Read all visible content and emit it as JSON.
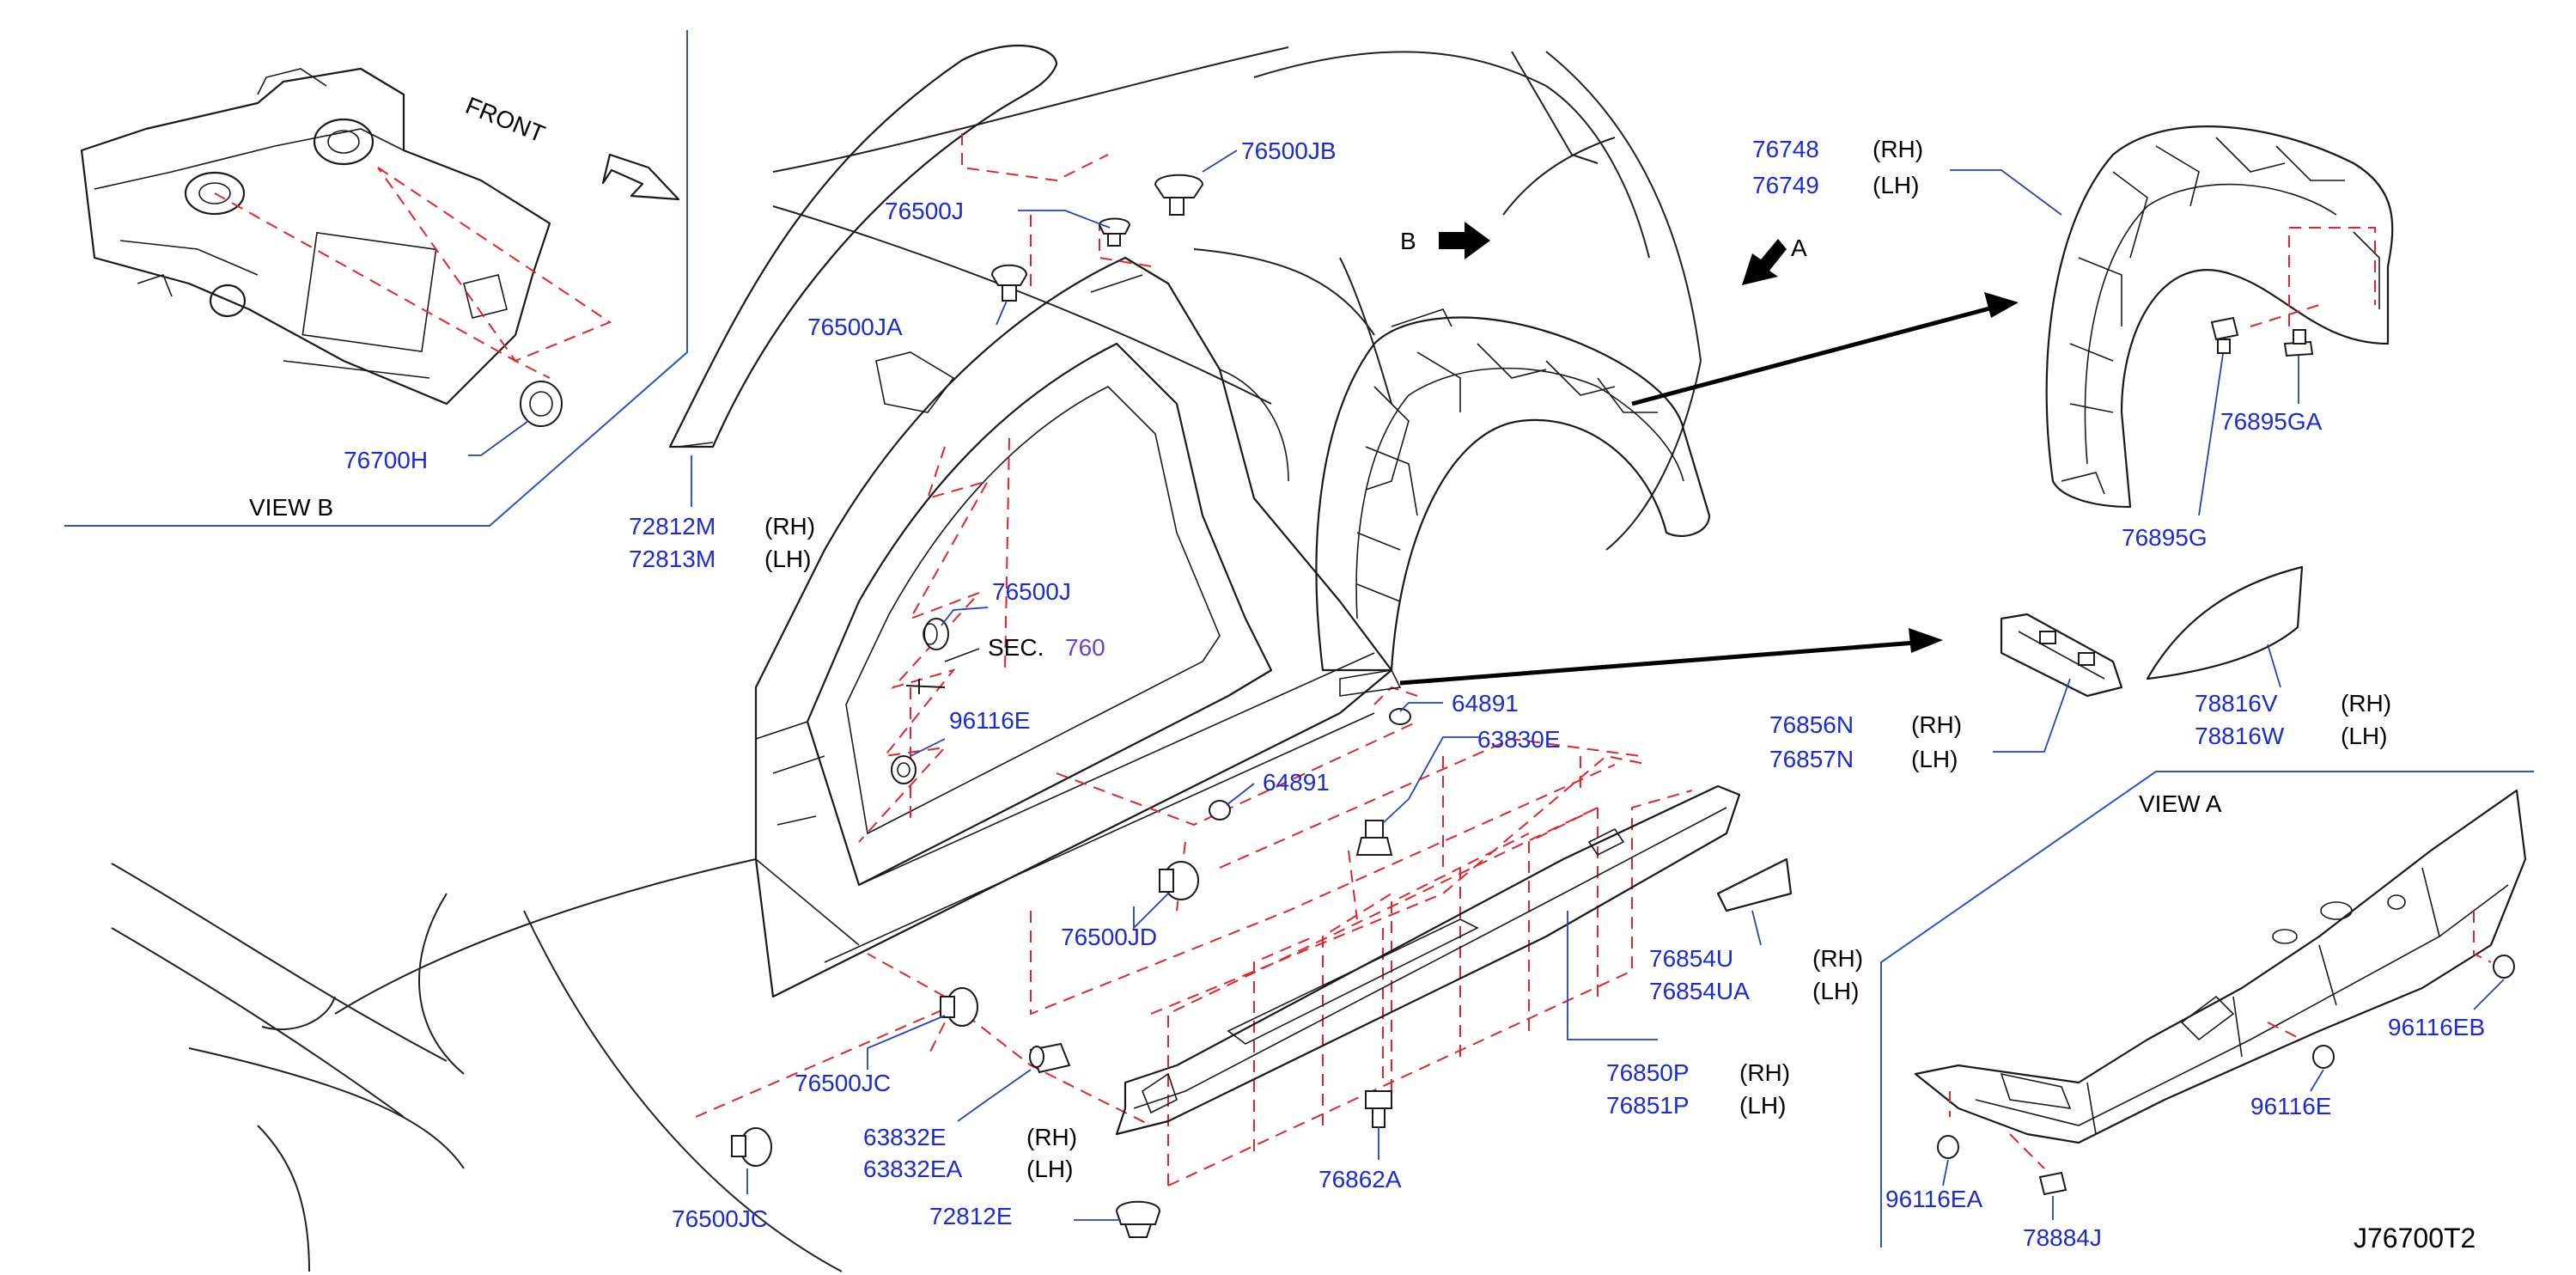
{
  "diagram_code": "J76700T2",
  "views": {
    "view_b_label": "VIEW B",
    "view_a_label": "VIEW A",
    "front_label": "FRONT",
    "arrow_b": "B",
    "arrow_a": "A"
  },
  "parts": {
    "p76700H": "76700H",
    "p72812M": "72812M",
    "p72813M": "72813M",
    "p76500J_top": "76500J",
    "p76500JB": "76500JB",
    "p76500JA": "76500JA",
    "p76500J_mid": "76500J",
    "sec": "SEC.",
    "sec_num": "760",
    "p96116E_mid": "96116E",
    "p64891_a": "64891",
    "p64891_b": "64891",
    "p63830E": "63830E",
    "p76500JD": "76500JD",
    "p76500JC_a": "76500JC",
    "p76500JC_b": "76500JC",
    "p63832E": "63832E",
    "p63832EA": "63832EA",
    "p72812E": "72812E",
    "p76862A": "76862A",
    "p76850P": "76850P",
    "p76851P": "76851P",
    "p76854U": "76854U",
    "p76854UA": "76854UA",
    "p76856N": "76856N",
    "p76857N": "76857N",
    "p78816V": "78816V",
    "p78816W": "78816W",
    "p76748": "76748",
    "p76749": "76749",
    "p76895GA": "76895GA",
    "p76895G": "76895G",
    "p96116EB": "96116EB",
    "p96116E_a": "96116E",
    "p96116EA": "96116EA",
    "p78884J": "78884J"
  },
  "sides": {
    "rh": "(RH)",
    "lh": "(LH)"
  },
  "colors": {
    "part_number": "#1a2bd6",
    "section_ref": "#6b3fd9",
    "dashed_guide": "#e0262a",
    "view_frame": "#2a55c9",
    "linework": "#1a1a1a"
  }
}
